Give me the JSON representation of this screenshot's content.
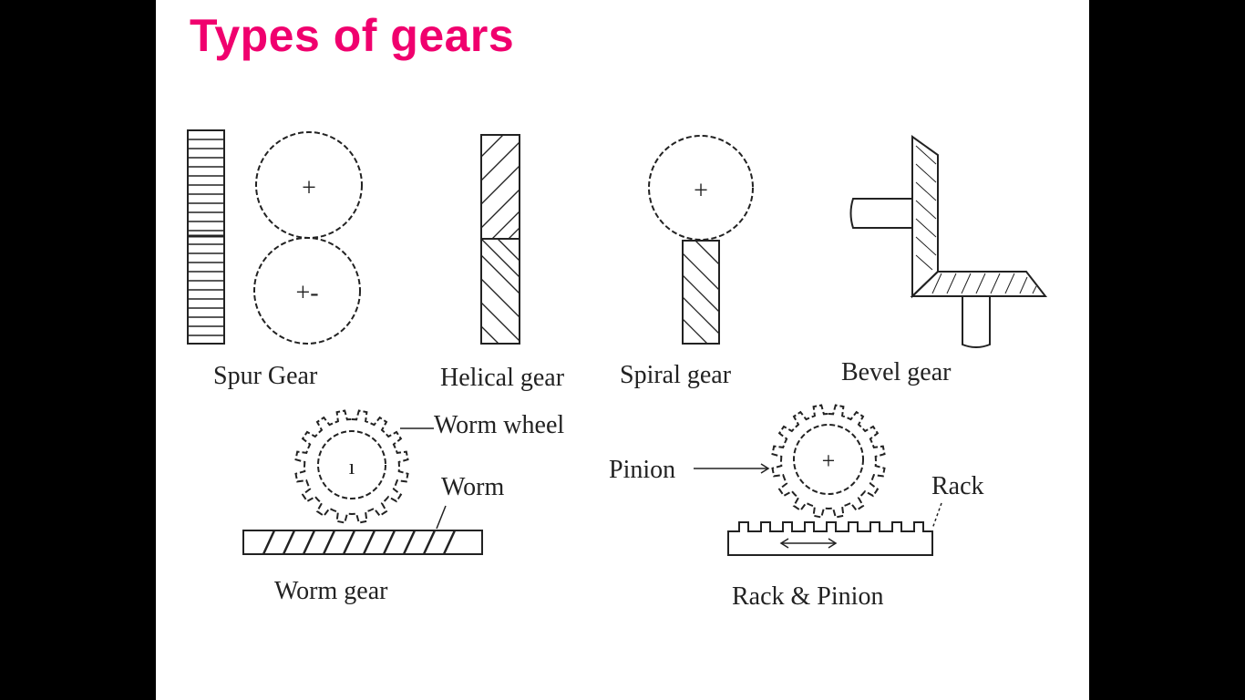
{
  "slide": {
    "title": "Types of gears",
    "colors": {
      "title": "#f0006e",
      "ink": "#222222",
      "background": "#ffffff",
      "frame": "#000000"
    }
  },
  "diagram": {
    "labels": {
      "spur": "Spur Gear",
      "helical": "Helical gear",
      "spiral": "Spiral gear",
      "bevel": "Bevel gear",
      "worm_wheel": "Worm wheel",
      "worm": "Worm",
      "worm_gear": "Worm gear",
      "pinion": "Pinion",
      "rack": "Rack",
      "rack_pinion": "Rack & Pinion"
    },
    "center_marks": {
      "plus": "+",
      "plus_minus": "+-",
      "bar": "ı"
    }
  }
}
